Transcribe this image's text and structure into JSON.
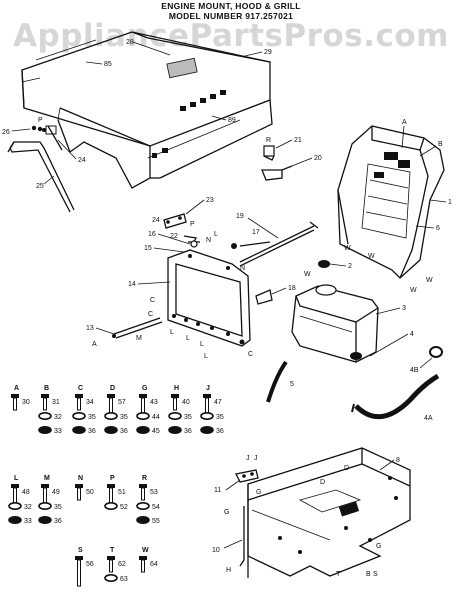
{
  "header": {
    "title_line1": "ENGINE MOUNT, HOOD & GRILL",
    "title_line2": "MODEL NUMBER 917.257021",
    "watermark": "AppliancePartsPros.com"
  },
  "callouts": {
    "hood_28": "28",
    "hood_29": "29",
    "hood_85": "85",
    "hood_89": "89",
    "hinge_26": "26",
    "hinge_24": "24",
    "hinge_25": "25",
    "hinge_P": "P",
    "br_21": "21",
    "br_20": "20",
    "br_R": "R",
    "grill_A": "A",
    "grill_B": "B",
    "grill_1": "1",
    "grill_6": "6",
    "grill_W1": "W",
    "grill_W2": "W",
    "grill_W3": "W",
    "bk_23": "23",
    "bk_24": "24",
    "bk_22": "22",
    "bk_P": "P",
    "rod_19": "19",
    "rod_17": "17",
    "rod_16": "16",
    "rod_15": "15",
    "rod_N1": "N",
    "rod_N2": "N",
    "rod_L1": "L",
    "p_2": "2",
    "p_W": "W",
    "p_18": "18",
    "p_14": "14",
    "p_13": "13",
    "p_A": "A",
    "p_M": "M",
    "p_C1": "C",
    "p_C2": "C",
    "p_C3": "C",
    "p_L1": "L",
    "p_L2": "L",
    "p_L3": "L",
    "p_L4": "L",
    "tank_3": "3",
    "tank_4": "4",
    "tank_4B": "4B",
    "tank_5": "5",
    "tank_4A": "4A",
    "frame_8": "8",
    "frame_11": "11",
    "frame_10": "10",
    "frame_J1": "J",
    "frame_J2": "J",
    "frame_G1": "G",
    "frame_G2": "G",
    "frame_G3": "G",
    "frame_D1": "D",
    "frame_D2": "D",
    "frame_H": "H",
    "frame_T": "T",
    "frame_B": "B",
    "frame_S": "S"
  },
  "hardware": [
    {
      "letter": "A",
      "num": "30"
    },
    {
      "letter": "B",
      "num": "31"
    },
    {
      "letter": "C",
      "num": "34"
    },
    {
      "letter": "D",
      "num": "57"
    },
    {
      "letter": "G",
      "num": "43"
    },
    {
      "letter": "H",
      "num": "40"
    },
    {
      "letter": "J",
      "num": "47"
    },
    {
      "letter": "L",
      "num": "48"
    },
    {
      "letter": "M",
      "num": "49"
    },
    {
      "letter": "N",
      "num": "50"
    },
    {
      "letter": "P",
      "num": "51"
    },
    {
      "letter": "R",
      "num": "53"
    },
    {
      "letter": "S",
      "num": "56"
    },
    {
      "letter": "T",
      "num": "62"
    },
    {
      "letter": "W",
      "num": "64"
    }
  ],
  "washers": {
    "B_32": "32",
    "B_33": "33",
    "C_35": "35",
    "C_36": "36",
    "D_35": "35",
    "D_36": "36",
    "G_44": "44",
    "G_45": "45",
    "H_35": "35",
    "H_36": "36",
    "J_35": "35",
    "J_36": "36",
    "L_32": "32",
    "L_33": "33",
    "M_35": "35",
    "M_36": "36",
    "P_52": "52",
    "R_54": "54",
    "R_55": "55",
    "T_63": "63"
  }
}
